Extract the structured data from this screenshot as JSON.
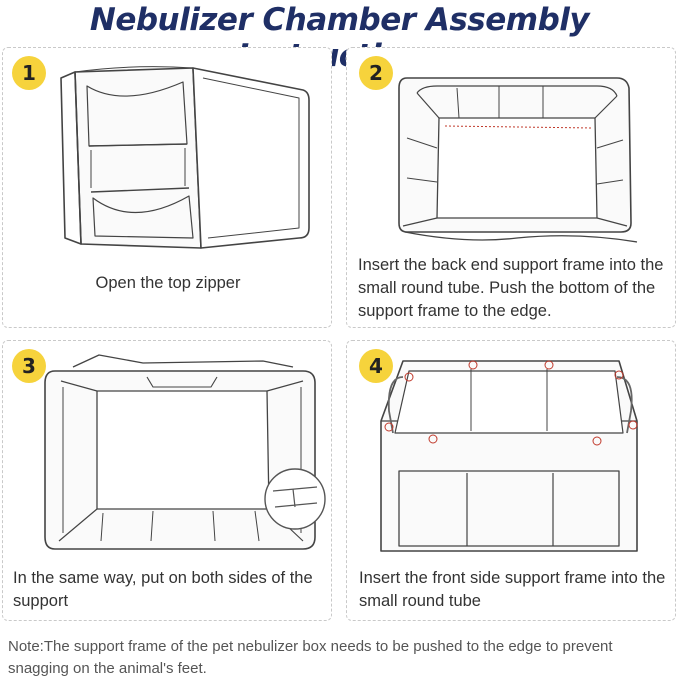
{
  "title": "Nebulizer Chamber Assembly Instructions",
  "steps": [
    {
      "number": "1",
      "caption": "Open the top zipper"
    },
    {
      "number": "2",
      "caption": "Insert the back end support frame into the small round tube. Push the bottom of the support frame to the edge."
    },
    {
      "number": "3",
      "caption": "In the same way, put on both sides of the support"
    },
    {
      "number": "4",
      "caption": "Insert the front side support frame into the small round tube"
    }
  ],
  "note": "Note:The support frame of the pet nebulizer box needs to be pushed to the edge to prevent snagging on the animal's feet.",
  "colors": {
    "title": "#1f2f66",
    "badge": "#f6d33c",
    "marker": "#c0392b"
  }
}
